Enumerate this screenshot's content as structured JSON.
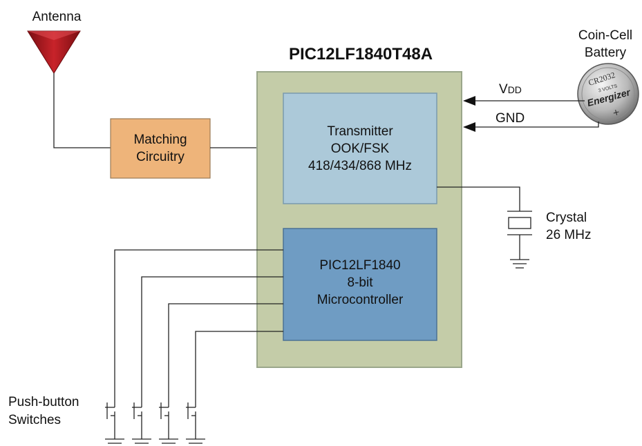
{
  "title": "PIC12LF1840T48A",
  "antenna": {
    "label": "Antenna",
    "icon": "antenna-icon",
    "color": "#b01c22"
  },
  "matching": {
    "line1": "Matching",
    "line2": "Circuitry",
    "color": "#eeb47a"
  },
  "chip": {
    "outer_color": "#c4cca8",
    "outer_border": "#9aa68a"
  },
  "transmitter": {
    "line1": "Transmitter",
    "line2": "OOK/FSK",
    "line3": "418/434/868 MHz",
    "color": "#acc9d9"
  },
  "mcu": {
    "line1": "PIC12LF1840",
    "line2": "8-bit",
    "line3": "Microcontroller",
    "color": "#6f9cc3"
  },
  "battery": {
    "line1": "Coin-Cell",
    "line2": "Battery",
    "icon": "coin-cell-battery-icon",
    "model": "CR2032",
    "brand": "Energizer",
    "volts": "3 VOLTS",
    "polarity": "+"
  },
  "power": {
    "vdd_main": "V",
    "vdd_sub": "DD",
    "gnd": "GND"
  },
  "crystal": {
    "line1": "Crystal",
    "line2": "26 MHz",
    "icon": "crystal-icon"
  },
  "switches": {
    "line1": "Push-button",
    "line2": "Switches",
    "count": 4
  }
}
